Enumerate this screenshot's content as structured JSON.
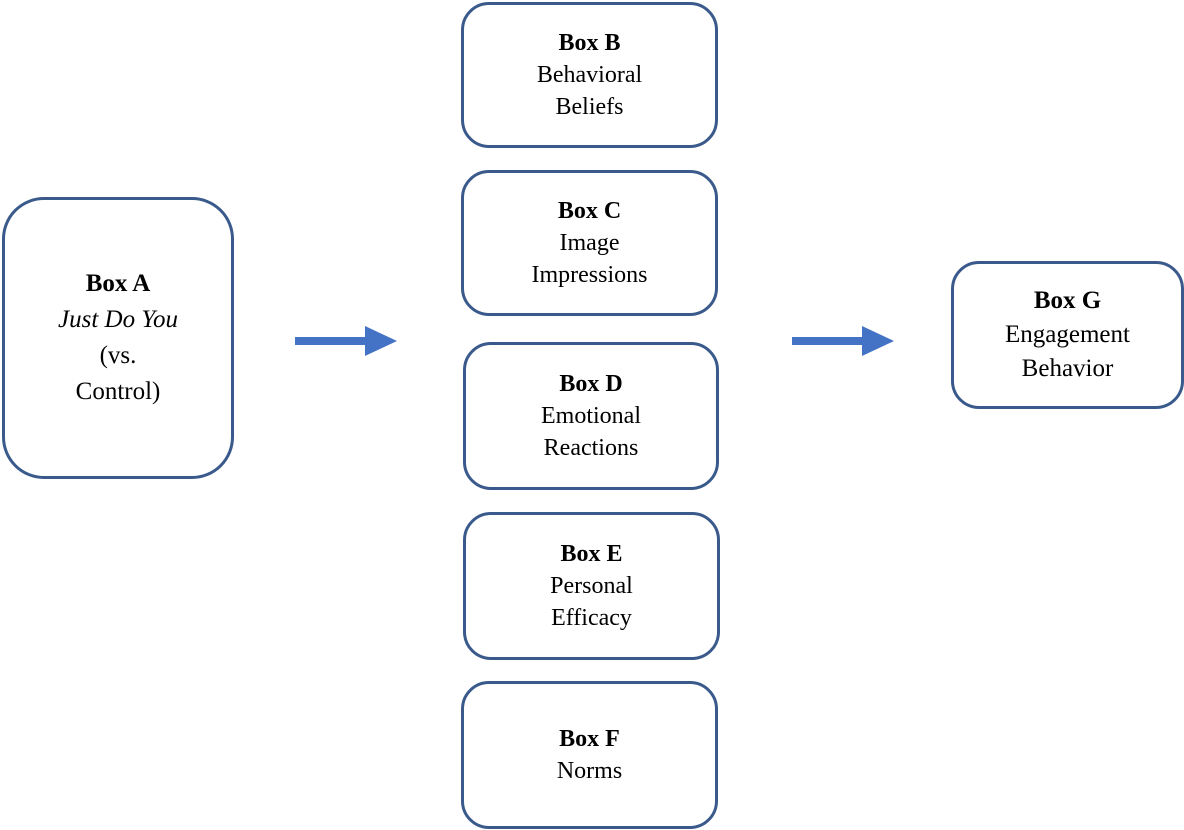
{
  "boxes": {
    "a": {
      "title": "Box A",
      "line1": "Just Do You",
      "line2": "(vs.",
      "line3": "Control)"
    },
    "b": {
      "title": "Box B",
      "line1": "Behavioral",
      "line2": "Beliefs"
    },
    "c": {
      "title": "Box C",
      "line1": "Image",
      "line2": "Impressions"
    },
    "d": {
      "title": "Box D",
      "line1": "Emotional",
      "line2": "Reactions"
    },
    "e": {
      "title": "Box E",
      "line1": "Personal",
      "line2": "Efficacy"
    },
    "f": {
      "title": "Box F",
      "line1": "Norms"
    },
    "g": {
      "title": "Box G",
      "line1": "Engagement",
      "line2": "Behavior"
    }
  },
  "colors": {
    "box_border": "#3a5a8c",
    "arrow": "#4472c4"
  }
}
